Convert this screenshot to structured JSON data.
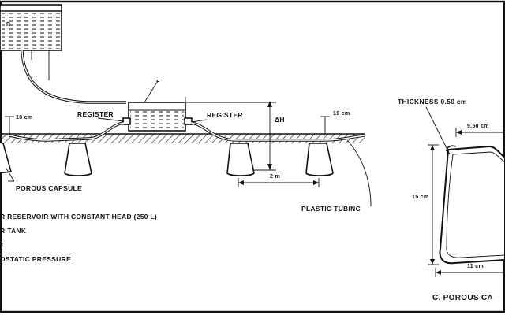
{
  "labels": {
    "reservoir_letter": "R",
    "tank_letter": "F",
    "register_left": "REGISTER",
    "register_right": "REGISTER",
    "delta_h": "ΔH",
    "dim_10cm_left": "10 cm",
    "dim_10cm_right": "10 cm",
    "dim_2m": "2 m",
    "porous_capsule": "POROUS CAPSULE",
    "plastic_tubing": "PLASTIC TUBINC",
    "thickness": "THICKNESS  0.50 cm",
    "dim_950cm": "9.50 cm",
    "dim_15cm": "15 cm",
    "dim_11cm": "11 cm",
    "section_title": "C. POROUS CA"
  },
  "legend": [
    "R RESERVOIR WITH CONSTANT HEAD  (250 L)",
    "R TANK",
    "T",
    "OSTATIC PRESSURE"
  ]
}
